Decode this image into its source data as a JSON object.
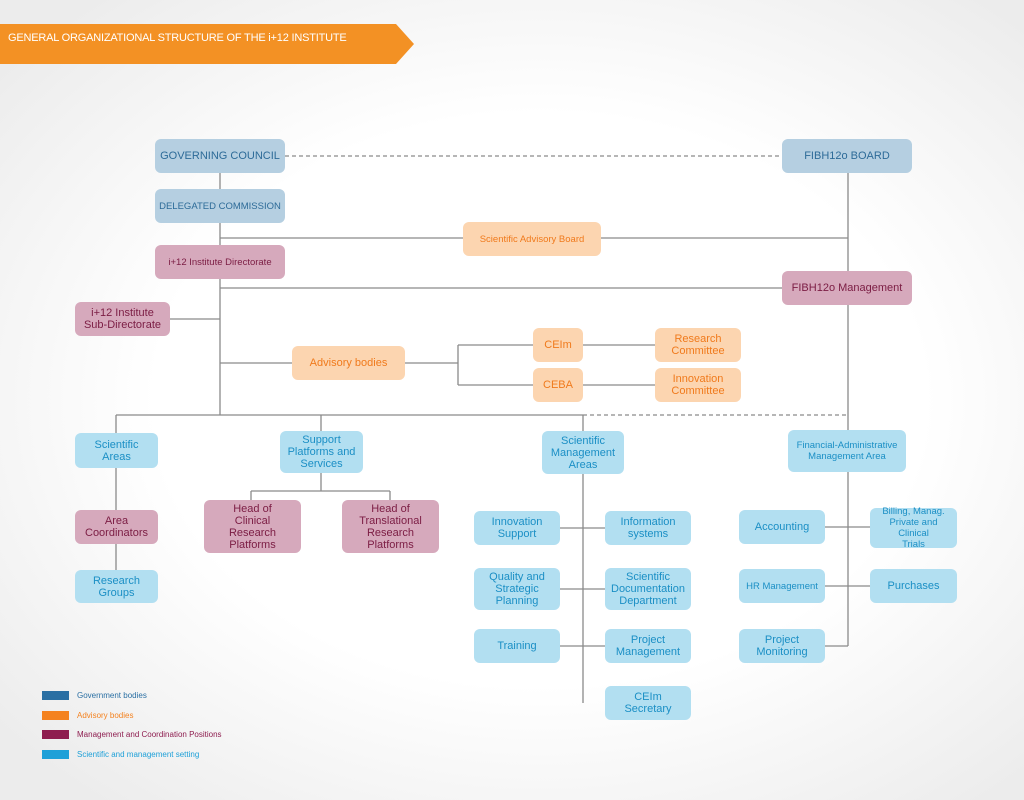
{
  "title": "GENERAL ORGANIZATIONAL STRUCTURE OF THE i+12 INSTITUTE",
  "colors": {
    "banner": "#f39124",
    "government": "#2a6fa3",
    "advisory": "#f4821f",
    "management": "#8e1d4f",
    "scientific": "#1ea0d8"
  },
  "nodes": {
    "governing_council": "GOVERNING COUNCIL",
    "fibh_board": "FIBH12o BOARD",
    "delegated_commission": "DELEGATED COMMISSION",
    "scientific_advisory_board": "Scientific Advisory Board",
    "institute_directorate": "i+12 Institute Directorate",
    "fibh_management": "FIBH12o Management",
    "institute_subdirectorate": "i+12 Institute\nSub-Directorate",
    "advisory_bodies": "Advisory bodies",
    "ceim": "CEIm",
    "ceba": "CEBA",
    "research_committee": "Research\nCommittee",
    "innovation_committee": "Innovation\nCommittee",
    "scientific_areas": "Scientific\nAreas",
    "support_platforms": "Support\nPlatforms and\nServices",
    "scientific_management_areas": "Scientific\nManagement\nAreas",
    "financial_admin_area": "Financial-Administrative\nManagement Area",
    "area_coordinators": "Area\nCoordinators",
    "research_groups": "Research\nGroups",
    "head_clinical": "Head of\nClinical\nResearch\nPlatforms",
    "head_translational": "Head of\nTranslational\nResearch\nPlatforms",
    "innovation_support": "Innovation\nSupport",
    "information_systems": "Information\nsystems",
    "quality_planning": "Quality and\nStrategic\nPlanning",
    "scientific_documentation": "Scientific\nDocumentation\nDepartment",
    "training": "Training",
    "project_management": "Project\nManagement",
    "ceim_secretary": "CEIm\nSecretary",
    "accounting": "Accounting",
    "billing": "Billing, Manag.\nPrivate and Clinical\nTrials",
    "hr_management": "HR Management",
    "purchases": "Purchases",
    "project_monitoring": "Project\nMonitoring"
  },
  "legend": [
    {
      "label": "Government bodies",
      "color": "#2a6fa3"
    },
    {
      "label": "Advisory bodies",
      "color": "#f4821f"
    },
    {
      "label": "Management and Coordination Positions",
      "color": "#8e1d4f"
    },
    {
      "label": "Scientific and management setting",
      "color": "#1ea0d8"
    }
  ]
}
